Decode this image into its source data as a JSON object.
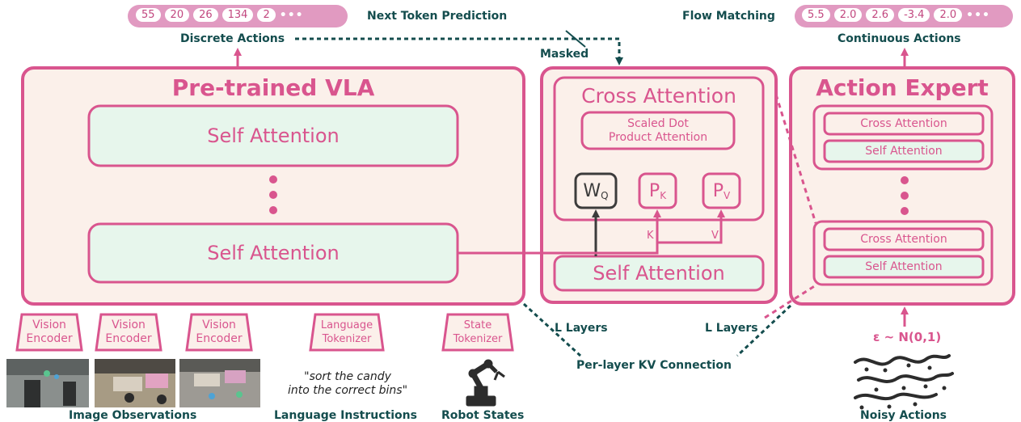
{
  "discrete_values": [
    "55",
    "20",
    "26",
    "134",
    "2"
  ],
  "continuous_values": [
    "5.5",
    "2.0",
    "2.6",
    "-3.4",
    "2.0"
  ],
  "ellipsis": "•••",
  "labels": {
    "next_token_prediction": "Next Token Prediction",
    "flow_matching": "Flow Matching",
    "discrete_actions": "Discrete Actions",
    "continuous_actions": "Continuous Actions",
    "masked": "Masked",
    "pretrained_vla": "Pre-trained VLA",
    "self_attention": "Self Attention",
    "cross_attention": "Cross Attention",
    "scaled_dot_line1": "Scaled Dot",
    "scaled_dot_line2": "Product Attention",
    "wq_main": "W",
    "wq_sub": "Q",
    "pk_main": "P",
    "pk_sub": "K",
    "pv_main": "P",
    "pv_sub": "V",
    "k": "K",
    "v": "V",
    "action_expert": "Action Expert",
    "l_layers": "L Layers",
    "per_layer_kv": "Per-layer KV Connection",
    "noise": "ε ~ N(0,1)",
    "noisy_actions": "Noisy Actions",
    "image_observations": "Image Observations",
    "language_instructions": "Language Instructions",
    "robot_states": "Robot States",
    "instruction_line1": "\"sort the candy",
    "instruction_line2": "into the correct bins\""
  },
  "encoders": {
    "vision_line1": "Vision",
    "vision_line2": "Encoder",
    "language_line1": "Language",
    "language_line2": "Tokenizer",
    "state_line1": "State",
    "state_line2": "Tokenizer"
  },
  "colors": {
    "pink": "#d9558e",
    "pink_light": "#e19ac1",
    "panel_fill": "#fbf0ea",
    "green_fill": "#e7f6ec",
    "teal": "#144d4e",
    "dark": "#3c3c3c"
  }
}
